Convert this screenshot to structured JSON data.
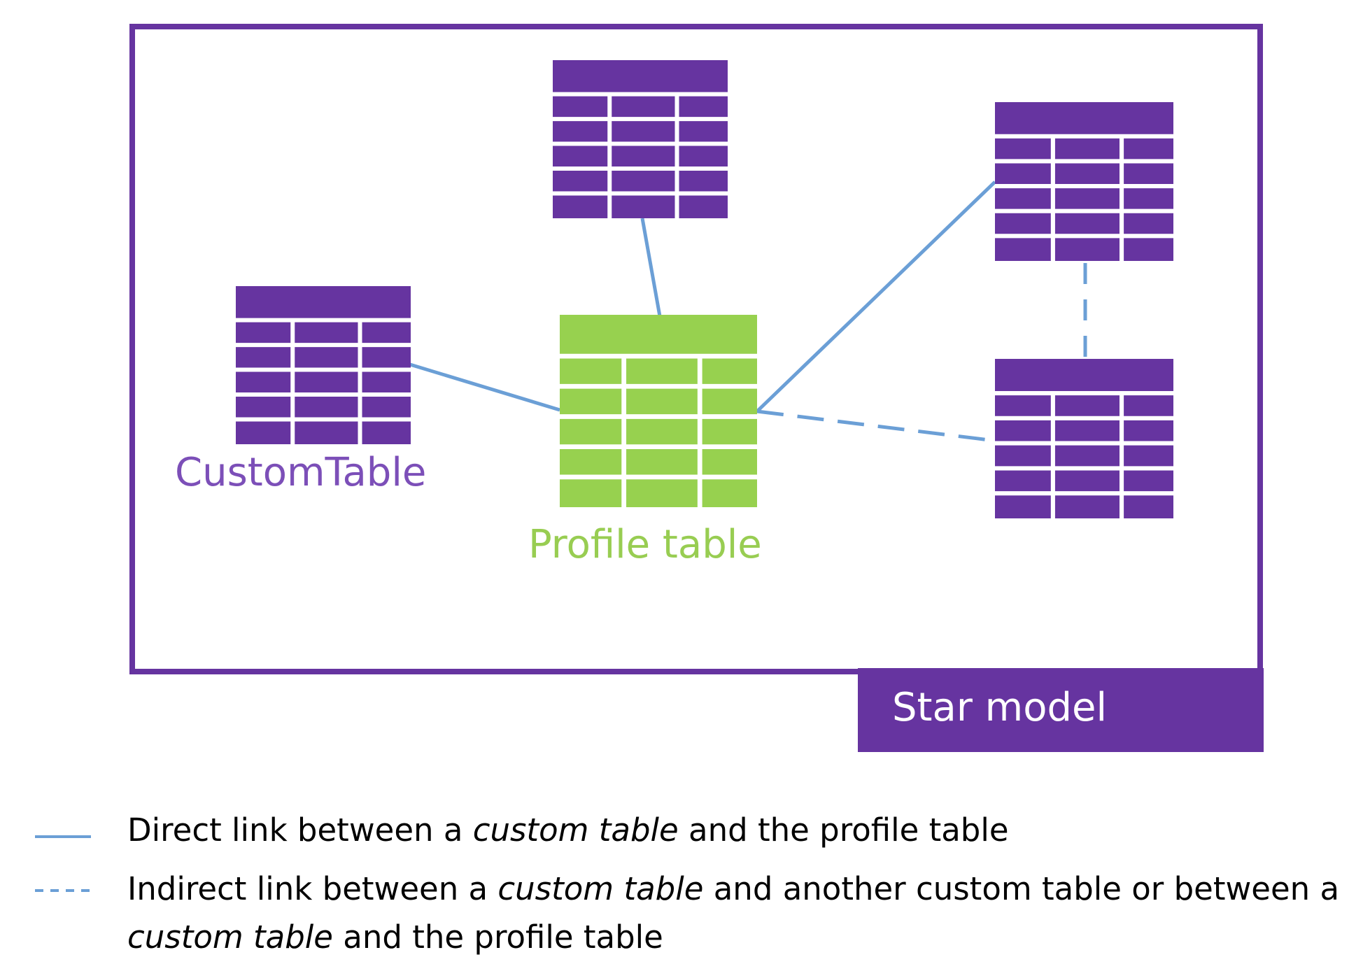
{
  "colors": {
    "purple": "#6634a0",
    "green": "#97d14f",
    "link": "#6b9fd6",
    "label_purple": "#7c4fb8",
    "label_green": "#98cd52"
  },
  "diagram": {
    "frame_label": "Star model",
    "custom_table_label": "CustomTable",
    "profile_table_label": "Profile table"
  },
  "legend": {
    "direct": {
      "prefix": "Direct link between a ",
      "italic": "custom table",
      "suffix": " and the profile table"
    },
    "indirect": {
      "prefix": "Indirect link between a ",
      "italic1": "custom table",
      "middle": " and another custom table or between a",
      "italic2": "custom table",
      "suffix": " and the profile table"
    }
  }
}
